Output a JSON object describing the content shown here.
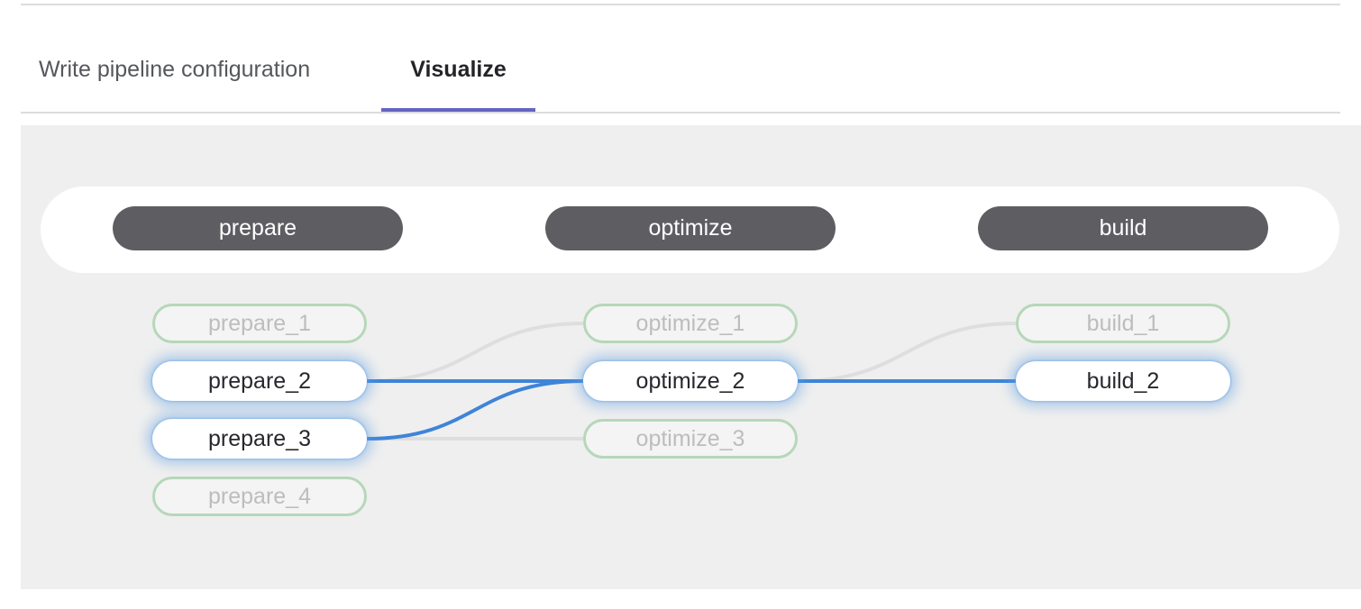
{
  "tabs": [
    {
      "label": "Write pipeline configuration",
      "active": false
    },
    {
      "label": "Visualize",
      "active": true
    }
  ],
  "pipeline": {
    "stages": [
      {
        "name": "prepare",
        "jobs": [
          {
            "name": "prepare_1",
            "state": "dimmed"
          },
          {
            "name": "prepare_2",
            "state": "highlighted"
          },
          {
            "name": "prepare_3",
            "state": "highlighted"
          },
          {
            "name": "prepare_4",
            "state": "dimmed"
          }
        ]
      },
      {
        "name": "optimize",
        "jobs": [
          {
            "name": "optimize_1",
            "state": "dimmed"
          },
          {
            "name": "optimize_2",
            "state": "highlighted"
          },
          {
            "name": "optimize_3",
            "state": "dimmed"
          }
        ]
      },
      {
        "name": "build",
        "jobs": [
          {
            "name": "build_1",
            "state": "dimmed"
          },
          {
            "name": "build_2",
            "state": "highlighted"
          }
        ]
      }
    ],
    "links": [
      {
        "from": "prepare_2",
        "to": "optimize_1",
        "state": "dimmed"
      },
      {
        "from": "prepare_3",
        "to": "optimize_3",
        "state": "dimmed"
      },
      {
        "from": "optimize_2",
        "to": "build_1",
        "state": "dimmed"
      },
      {
        "from": "prepare_2",
        "to": "optimize_2",
        "state": "highlighted"
      },
      {
        "from": "prepare_3",
        "to": "optimize_2",
        "state": "highlighted"
      },
      {
        "from": "optimize_2",
        "to": "build_2",
        "state": "highlighted"
      }
    ]
  },
  "colors": {
    "tab_underline": "#6464c2",
    "stage_pill_background": "#5e5d61",
    "link_highlighted": "#3e84d8",
    "link_dimmed": "#dedede",
    "dimmed_job_border": "#b6d7ba",
    "graph_background": "#efefef",
    "highlight_glow": "#609fe3"
  }
}
